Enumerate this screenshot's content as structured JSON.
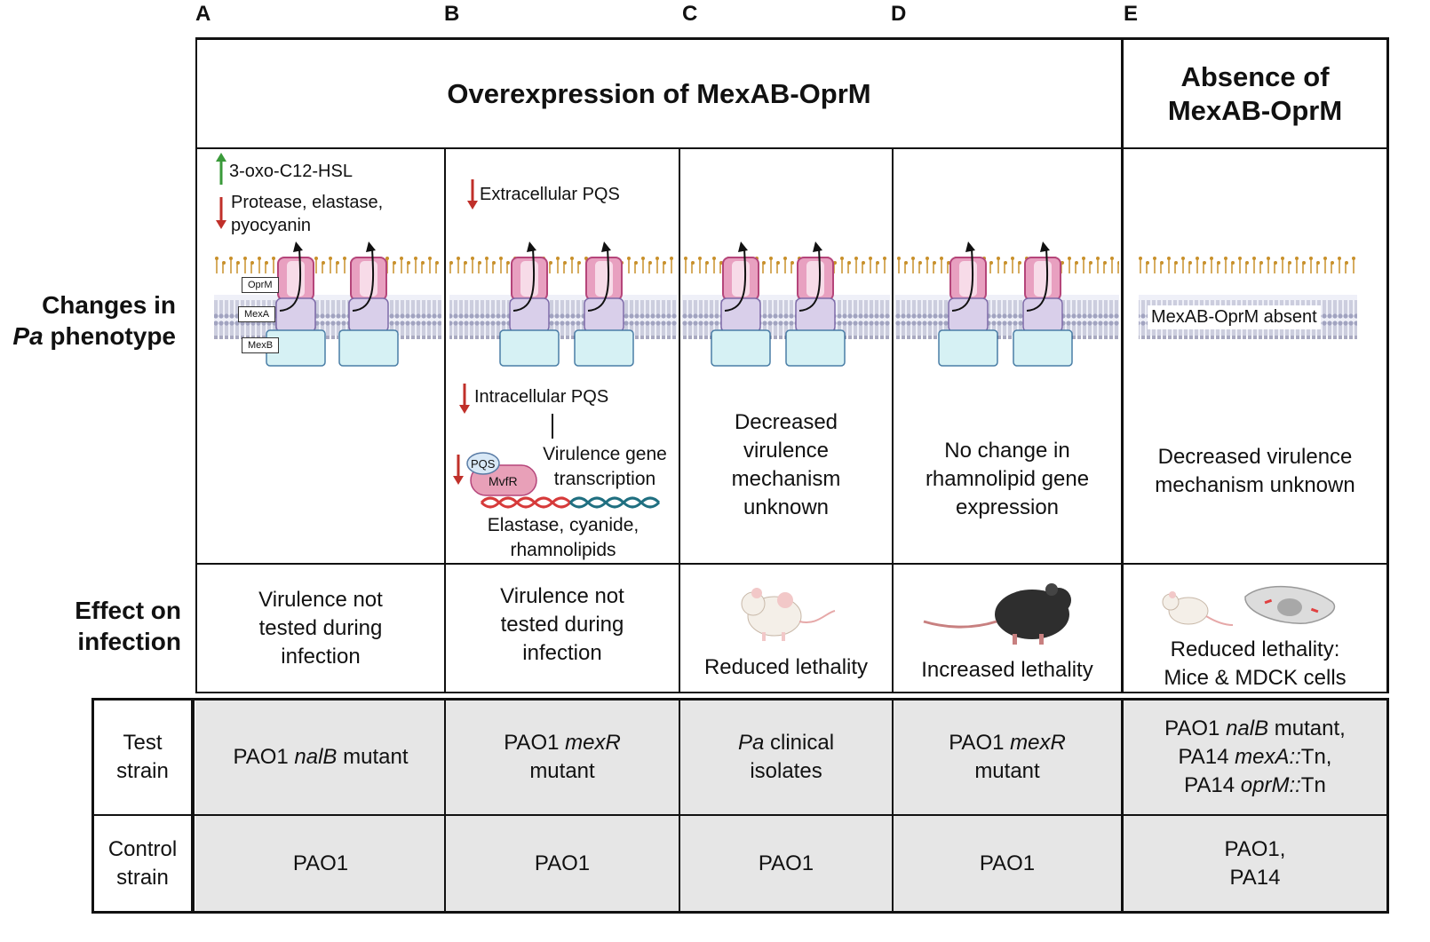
{
  "panels": [
    "A",
    "B",
    "C",
    "D",
    "E"
  ],
  "headers": {
    "overexpression": "Overexpression of MexAB-OprM",
    "absence_line1": "Absence of",
    "absence_line2": "MexAB-OprM"
  },
  "row_labels": {
    "changes_line1": "Changes in",
    "changes_italic": "Pa",
    "changes_line2_rest": " phenotype",
    "effect_line1": "Effect on",
    "effect_line2": "infection",
    "test_line1": "Test",
    "test_line2": "strain",
    "control_line1": "Control",
    "control_line2": "strain"
  },
  "panel_a": {
    "up_label": "3-oxo-C12-HSL",
    "down_label_line1": "Protease, elastase,",
    "down_label_line2": "pyocyanin",
    "oprm": "OprM",
    "mexa": "MexA",
    "mexb": "MexB"
  },
  "panel_b": {
    "extracellular": "Extracellular PQS",
    "intracellular": "Intracellular PQS",
    "pqs": "PQS",
    "mvfr": "MvfR",
    "virulence_line1": "Virulence gene",
    "virulence_line2": "transcription",
    "genes_line1": "Elastase, cyanide,",
    "genes_line2": "rhamnolipids"
  },
  "panel_c": {
    "lines": [
      "Decreased",
      "virulence",
      "mechanism",
      "unknown"
    ]
  },
  "panel_d": {
    "lines": [
      "No change in",
      "rhamnolipid gene",
      "expression"
    ]
  },
  "panel_e": {
    "absent_label": "MexAB-OprM absent",
    "lines": [
      "Decreased virulence",
      "mechanism unknown"
    ]
  },
  "effects": {
    "a": [
      "Virulence not",
      "tested during",
      "infection"
    ],
    "b": [
      "Virulence not",
      "tested during",
      "infection"
    ],
    "c": "Reduced lethality",
    "d": "Increased lethality",
    "e": [
      "Reduced lethality:",
      "Mice & MDCK cells"
    ]
  },
  "test_strains": {
    "a_pre": "PAO1 ",
    "a_it": "nalB",
    "a_post": " mutant",
    "b_pre": "PAO1 ",
    "b_it": "mexR",
    "b_line2": "mutant",
    "c_it": "Pa",
    "c_post": " clinical",
    "c_line2": "isolates",
    "d_pre": "PAO1 ",
    "d_it": "mexR",
    "d_line2": "mutant",
    "e1_pre": "PAO1 ",
    "e1_it": "nalB",
    "e1_post": " mutant,",
    "e2_pre": "PA14 ",
    "e2_it": "mexA::",
    "e2_post": "Tn,",
    "e3_pre": "PA14 ",
    "e3_it": "oprM::",
    "e3_post": "Tn"
  },
  "control_strains": {
    "a": "PAO1",
    "b": "PAO1",
    "c": "PAO1",
    "d": "PAO1",
    "e1": "PAO1,",
    "e2": "PA14"
  },
  "colors": {
    "up_arrow": "#3a9a3a",
    "down_arrow": "#c0302a",
    "pump_top": "#d77aa4",
    "pump_mid": "#cdbfe0",
    "pump_bottom": "#cdeef0",
    "lps": "#c8902a",
    "membrane": "#3d3f73",
    "grey_cell": "#e6e6e6"
  }
}
